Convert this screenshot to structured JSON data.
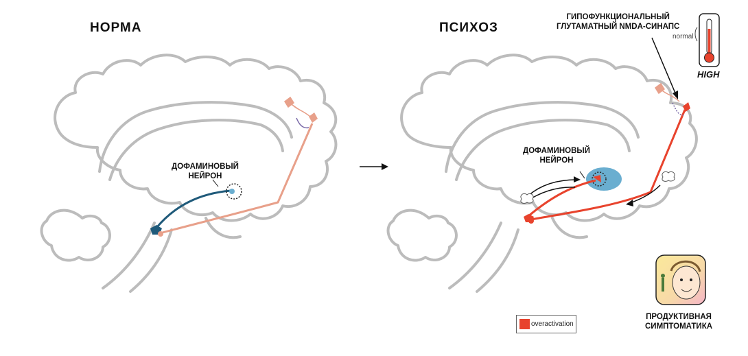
{
  "titles": {
    "normal": "НОРМА",
    "psychosis": "ПСИХОЗ"
  },
  "labels": {
    "dopamine_left": "ДОФАМИНОВЫЙ\nНЕЙРОН",
    "dopamine_right": "ДОФАМИНОВЫЙ\nНЕЙРОН",
    "synapse": "ГИПОФУНКЦИОНАЛЬНЫЙ\nГЛУТАМАТНЫЙ NMDA-СИНАПС",
    "thermo_normal": "normal",
    "thermo_high": "HIGH",
    "legend": "overactivation",
    "symptoms": "ПРОДУКТИВНАЯ\nСИМПТОМАТИКА"
  },
  "colors": {
    "brain_outline": "#bcbcbc",
    "normal_pathway": "#e8a08a",
    "dopamine_neuron": "#1f5a7a",
    "overactivation": "#e8432d",
    "neuron_halo": "#6aaed0"
  }
}
